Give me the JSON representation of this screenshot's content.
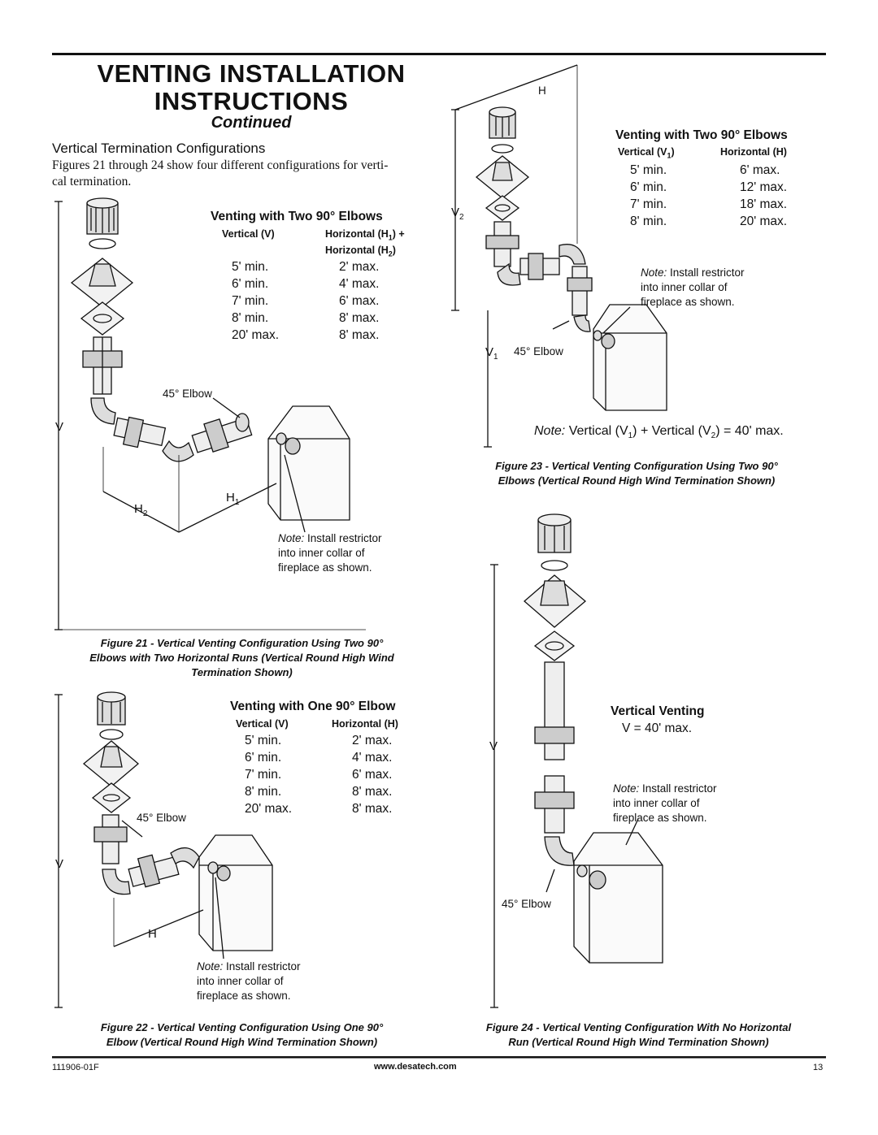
{
  "header": {
    "title_line1": "VENTING INSTALLATION",
    "title_line2": "INSTRUCTIONS",
    "continued": "Continued"
  },
  "section": {
    "heading": "Vertical Termination Configurations",
    "intro_line1": "Figures 21 through 24 show four different configurations for verti-",
    "intro_line2": "cal termination."
  },
  "fig21": {
    "table_title": "Venting with Two 90° Elbows",
    "col1": "Vertical (V)",
    "col2a": "Horizontal (H",
    "col2a_sub": "1",
    "col2a_end": ") +",
    "col2b": "Horizontal (H",
    "col2b_sub": "2",
    "col2b_end": ")",
    "rows": [
      [
        "5' min.",
        "2' max."
      ],
      [
        "6' min.",
        "4' max."
      ],
      [
        "7' min.",
        "6' max."
      ],
      [
        "8' min.",
        "8' max."
      ],
      [
        "20' max.",
        "8' max."
      ]
    ],
    "elbow_label": "45° Elbow",
    "dim_v": "V",
    "dim_h1": "H",
    "dim_h1_sub": "1",
    "dim_h2": "H",
    "dim_h2_sub": "2",
    "note_label": "Note:",
    "note_line1": " Install restrictor",
    "note_line2": "into inner collar of",
    "note_line3": "fireplace as shown.",
    "caption_line1": "Figure 21 - Vertical Venting Configuration Using Two 90°",
    "caption_line2": "Elbows with Two Horizontal Runs (Vertical Round High Wind",
    "caption_line3": "Termination Shown)"
  },
  "fig22": {
    "table_title": "Venting with One 90° Elbow",
    "col1": "Vertical (V)",
    "col2": "Horizontal (H)",
    "rows": [
      [
        "5' min.",
        "2' max."
      ],
      [
        "6' min.",
        "4' max."
      ],
      [
        "7' min.",
        "6' max."
      ],
      [
        "8' min.",
        "8' max."
      ],
      [
        "20' max.",
        "8' max."
      ]
    ],
    "elbow_label": "45° Elbow",
    "dim_v": "V",
    "dim_h": "H",
    "note_label": "Note:",
    "note_line1": " Install restrictor",
    "note_line2": "into inner collar of",
    "note_line3": "fireplace as shown.",
    "caption_line1": "Figure 22 - Vertical Venting Configuration Using One 90°",
    "caption_line2": "Elbow (Vertical Round High Wind Termination Shown)"
  },
  "fig23": {
    "table_title": "Venting with Two 90° Elbows",
    "col1": "Vertical (V",
    "col1_sub": "1",
    "col1_end": ")",
    "col2": "Horizontal (H)",
    "rows": [
      [
        "5' min.",
        "6' max."
      ],
      [
        "6' min.",
        "12' max."
      ],
      [
        "7' min.",
        "18' max."
      ],
      [
        "8' min.",
        "20' max."
      ]
    ],
    "elbow_label": "45° Elbow",
    "dim_h": "H",
    "dim_v1": "V",
    "dim_v1_sub": "1",
    "dim_v2": "V",
    "dim_v2_sub": "2",
    "note_label": "Note:",
    "note_line1": " Install restrictor",
    "note_line2": "into inner collar of",
    "note_line3": "fireplace as shown.",
    "formula_note": "Note:",
    "formula_a": " Vertical (V",
    "formula_a_sub": "1",
    "formula_b": ") + Vertical (V",
    "formula_b_sub": "2",
    "formula_c": ") = 40' max.",
    "caption_line1": "Figure 23 - Vertical Venting Configuration Using Two 90°",
    "caption_line2": "Elbows (Vertical Round High Wind Termination Shown)"
  },
  "fig24": {
    "table_title": "Vertical Venting",
    "value": "V = 40' max.",
    "elbow_label": "45° Elbow",
    "dim_v": "V",
    "note_label": "Note:",
    "note_line1": " Install restrictor",
    "note_line2": "into inner collar of",
    "note_line3": "fireplace as shown.",
    "caption_line1": "Figure 24 - Vertical Venting Configuration With No Horizontal",
    "caption_line2": "Run (Vertical Round High Wind Termination Shown)"
  },
  "footer": {
    "doc_number": "111906-01F",
    "website": "www.desatech.com",
    "page_number": "13"
  }
}
